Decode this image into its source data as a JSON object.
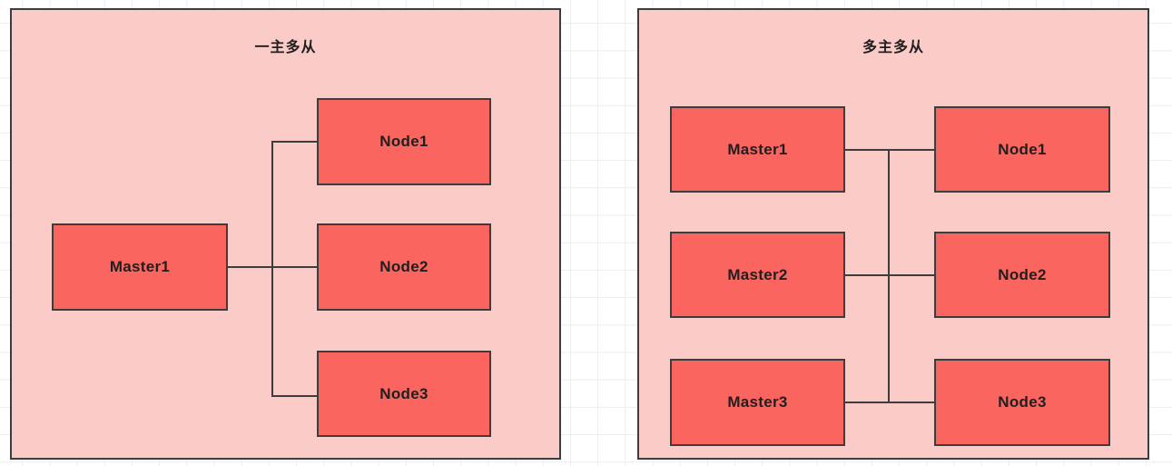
{
  "diagram": {
    "panels": [
      {
        "id": "single-master",
        "title": "一主多从",
        "boxes": [
          {
            "id": "master1",
            "label": "Master1"
          },
          {
            "id": "node1",
            "label": "Node1"
          },
          {
            "id": "node2",
            "label": "Node2"
          },
          {
            "id": "node3",
            "label": "Node3"
          }
        ]
      },
      {
        "id": "multi-master",
        "title": "多主多从",
        "boxes": [
          {
            "id": "master1",
            "label": "Master1"
          },
          {
            "id": "node1",
            "label": "Node1"
          },
          {
            "id": "master2",
            "label": "Master2"
          },
          {
            "id": "node2",
            "label": "Node2"
          },
          {
            "id": "master3",
            "label": "Master3"
          },
          {
            "id": "node3",
            "label": "Node3"
          }
        ]
      }
    ]
  },
  "colors": {
    "panel_fill": "#FBCBC8",
    "box_fill": "#FA6560",
    "stroke": "#3D3D3D",
    "text": "#1F1F1F",
    "canvas": "#FFFFFF",
    "grid_line": "#EDEDED"
  }
}
